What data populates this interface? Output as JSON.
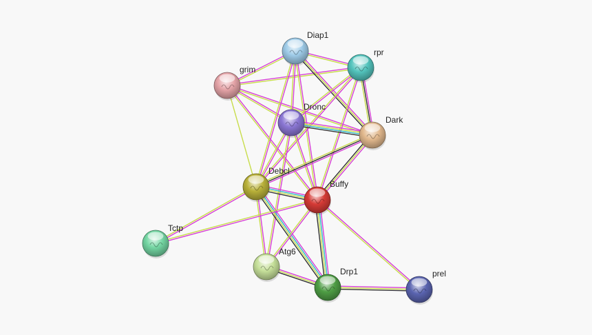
{
  "network": {
    "nodes": [
      {
        "id": "Diap1",
        "label": "Diap1",
        "color": "#9ecbe8"
      },
      {
        "id": "rpr",
        "label": "rpr",
        "color": "#53c4bd"
      },
      {
        "id": "grim",
        "label": "grim",
        "color": "#e5a4a8"
      },
      {
        "id": "Dronc",
        "label": "Dronc",
        "color": "#8b77d4"
      },
      {
        "id": "Dark",
        "label": "Dark",
        "color": "#e2b98e"
      },
      {
        "id": "Debcl",
        "label": "Debcl",
        "color": "#b9b13a"
      },
      {
        "id": "Buffy",
        "label": "Buffy",
        "color": "#d63b36"
      },
      {
        "id": "Tctp",
        "label": "Tctp",
        "color": "#74d6a3"
      },
      {
        "id": "Atg6",
        "label": "Atg6",
        "color": "#c6e09a"
      },
      {
        "id": "Drp1",
        "label": "Drp1",
        "color": "#4f9e45"
      },
      {
        "id": "prel",
        "label": "prel",
        "color": "#5a64b0"
      }
    ],
    "edges": [
      {
        "source": "grim",
        "target": "Diap1",
        "types": [
          "magenta",
          "yellow"
        ]
      },
      {
        "source": "grim",
        "target": "rpr",
        "types": [
          "magenta",
          "yellow"
        ]
      },
      {
        "source": "grim",
        "target": "Dronc",
        "types": [
          "magenta",
          "yellow"
        ]
      },
      {
        "source": "grim",
        "target": "Dark",
        "types": [
          "magenta",
          "yellow"
        ]
      },
      {
        "source": "grim",
        "target": "Debcl",
        "types": [
          "yellow"
        ]
      },
      {
        "source": "grim",
        "target": "Buffy",
        "types": [
          "magenta",
          "yellow"
        ]
      },
      {
        "source": "Diap1",
        "target": "rpr",
        "types": [
          "magenta",
          "yellow"
        ]
      },
      {
        "source": "Diap1",
        "target": "Dronc",
        "types": [
          "magenta",
          "yellow"
        ]
      },
      {
        "source": "Diap1",
        "target": "Dark",
        "types": [
          "magenta",
          "yellow",
          "black"
        ]
      },
      {
        "source": "Diap1",
        "target": "Debcl",
        "types": [
          "magenta",
          "yellow"
        ]
      },
      {
        "source": "Diap1",
        "target": "Buffy",
        "types": [
          "magenta",
          "yellow"
        ]
      },
      {
        "source": "rpr",
        "target": "Dronc",
        "types": [
          "magenta",
          "yellow"
        ]
      },
      {
        "source": "rpr",
        "target": "Dark",
        "types": [
          "magenta",
          "black",
          "yellow"
        ]
      },
      {
        "source": "rpr",
        "target": "Debcl",
        "types": [
          "magenta",
          "yellow"
        ]
      },
      {
        "source": "rpr",
        "target": "Buffy",
        "types": [
          "magenta",
          "yellow"
        ]
      },
      {
        "source": "Dronc",
        "target": "Dark",
        "types": [
          "magenta",
          "yellow",
          "cyan",
          "black"
        ]
      },
      {
        "source": "Dronc",
        "target": "Debcl",
        "types": [
          "magenta",
          "yellow"
        ]
      },
      {
        "source": "Dronc",
        "target": "Buffy",
        "types": [
          "magenta",
          "yellow"
        ]
      },
      {
        "source": "Dronc",
        "target": "Atg6",
        "types": [
          "magenta",
          "yellow"
        ]
      },
      {
        "source": "Dark",
        "target": "Debcl",
        "types": [
          "magenta",
          "black",
          "yellow"
        ]
      },
      {
        "source": "Dark",
        "target": "Buffy",
        "types": [
          "magenta",
          "yellow",
          "black"
        ]
      },
      {
        "source": "Debcl",
        "target": "Buffy",
        "types": [
          "magenta",
          "cyan",
          "yellow",
          "black"
        ]
      },
      {
        "source": "Debcl",
        "target": "Tctp",
        "types": [
          "magenta",
          "yellow"
        ]
      },
      {
        "source": "Debcl",
        "target": "Atg6",
        "types": [
          "magenta",
          "yellow"
        ]
      },
      {
        "source": "Debcl",
        "target": "Drp1",
        "types": [
          "magenta",
          "cyan",
          "yellow",
          "black"
        ]
      },
      {
        "source": "Buffy",
        "target": "Tctp",
        "types": [
          "magenta",
          "yellow"
        ]
      },
      {
        "source": "Buffy",
        "target": "Atg6",
        "types": [
          "magenta",
          "yellow"
        ]
      },
      {
        "source": "Buffy",
        "target": "Drp1",
        "types": [
          "magenta",
          "cyan",
          "yellow",
          "black"
        ]
      },
      {
        "source": "Buffy",
        "target": "prel",
        "types": [
          "magenta",
          "yellow"
        ]
      },
      {
        "source": "Atg6",
        "target": "Drp1",
        "types": [
          "magenta",
          "yellow",
          "black"
        ]
      },
      {
        "source": "Drp1",
        "target": "prel",
        "types": [
          "magenta",
          "yellow",
          "black"
        ]
      }
    ],
    "edge_colors": {
      "magenta": "#d63fd6",
      "yellow": "#c8dc4a",
      "cyan": "#2fb8c8",
      "black": "#333333"
    }
  }
}
